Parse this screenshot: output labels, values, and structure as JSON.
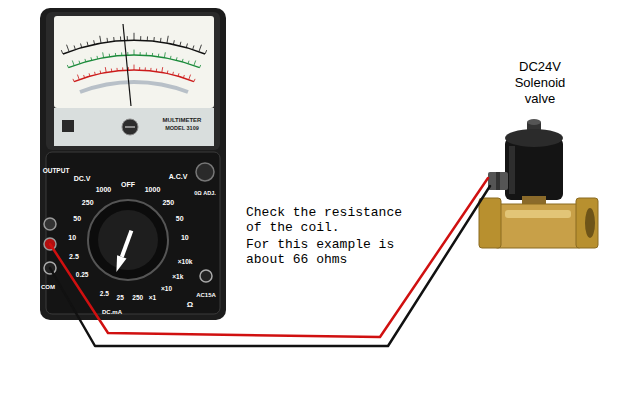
{
  "diagram": {
    "nodes": [
      {
        "text": [
          "MULTIMETER",
          "MODEL 3109",
          "OUTPUT",
          "DC.V",
          "1000",
          "OFF",
          "1000",
          "A.C.V",
          "250",
          "50",
          "10",
          "2.5",
          "0.25",
          "250",
          "50",
          "10",
          "×10k",
          "×1k",
          "×10",
          "×1",
          "Ω",
          "0Ω ADJ.",
          "DC.mA",
          "2.5",
          "25",
          "250",
          "COM",
          "AC15A"
        ]
      },
      {
        "text": [
          "DC24V Solenoid valve"
        ]
      }
    ],
    "edges": [
      {
        "from": 0,
        "to": 1,
        "arrow": "none"
      },
      {
        "from": 0,
        "to": 1,
        "arrow": "none"
      }
    ],
    "labels": [
      "Check the resistance of the coil.",
      "For this example is about 66 ohms"
    ]
  }
}
